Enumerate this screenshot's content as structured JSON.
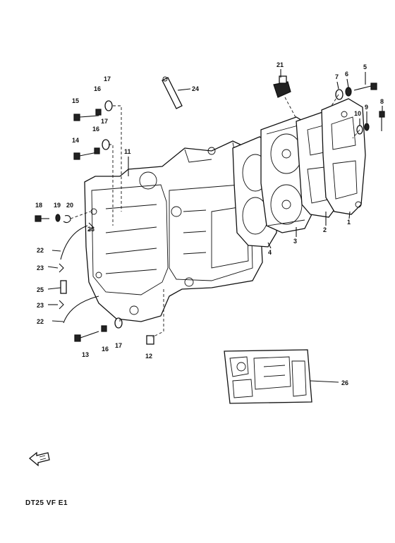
{
  "diagram": {
    "model_code": "DT25 VF E1",
    "callouts": {
      "c1": "1",
      "c2": "2",
      "c3": "3",
      "c4": "4",
      "c5": "5",
      "c6": "6",
      "c7": "7",
      "c8": "8",
      "c9": "9",
      "c10": "10",
      "c11": "11",
      "c12": "12",
      "c13": "13",
      "c14": "14",
      "c15": "15",
      "c16a": "16",
      "c16b": "16",
      "c16c": "16",
      "c17a": "17",
      "c17b": "17",
      "c17c": "17",
      "c18": "18",
      "c19": "19",
      "c20": "20",
      "c21": "21",
      "c22a": "22",
      "c22b": "22",
      "c23a": "23",
      "c23b": "23",
      "c23c": "23",
      "c24": "24",
      "c25": "25",
      "c26": "26"
    }
  }
}
